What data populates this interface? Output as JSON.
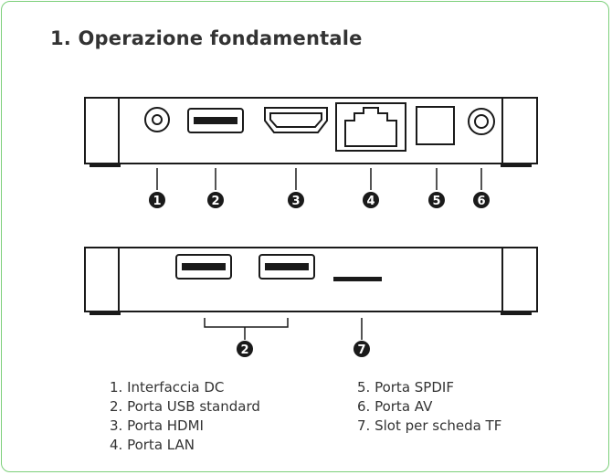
{
  "title": "1. Operazione fondamentale",
  "markers": {
    "top": [
      "1",
      "2",
      "3",
      "4",
      "5",
      "6"
    ],
    "bottom": [
      "2",
      "7"
    ]
  },
  "legend": {
    "left": [
      "1. Interfaccia DC",
      "2. Porta USB standard",
      "3. Porta HDMI",
      "4. Porta LAN"
    ],
    "right": [
      "5. Porta SPDIF",
      "6. Porta AV",
      "7. Slot per scheda TF"
    ]
  },
  "colors": {
    "border": "#7ccf7a",
    "ink": "#1a1a1a",
    "text": "#333333"
  }
}
